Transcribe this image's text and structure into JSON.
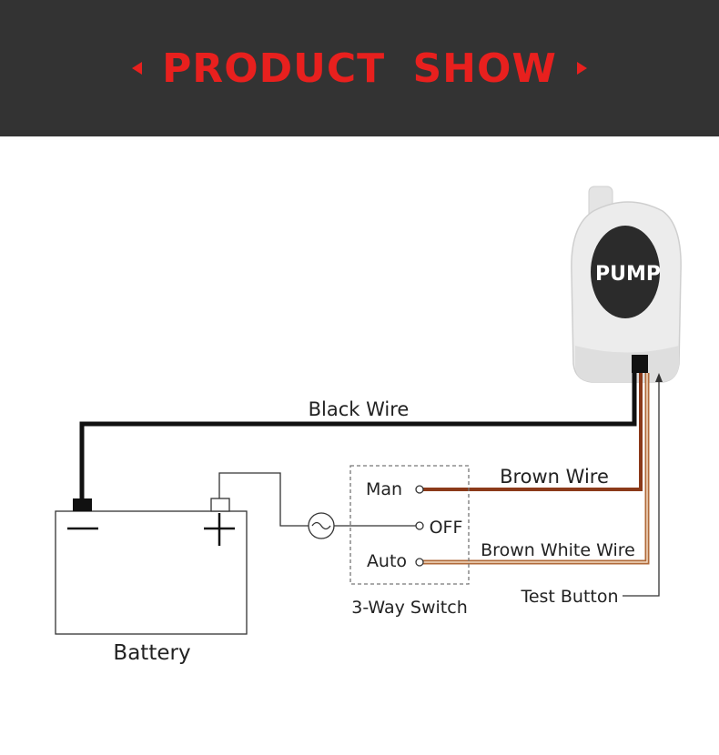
{
  "header": {
    "title": "PRODUCT  SHOW",
    "background": "#333333",
    "accent": "#e8201e"
  },
  "pump": {
    "label": "PUMP"
  },
  "wires": {
    "black": "Black Wire",
    "brown": "Brown Wire",
    "brown_white": "Brown White Wire",
    "test": "Test Button"
  },
  "switch": {
    "caption": "3-Way Switch",
    "positions": [
      "Man",
      "OFF",
      "Auto"
    ]
  },
  "battery": {
    "label": "Battery"
  },
  "colors": {
    "black_wire": "#111111",
    "brown_wire": "#8b3a1a",
    "brown_white_wire": "#c88a5a"
  }
}
